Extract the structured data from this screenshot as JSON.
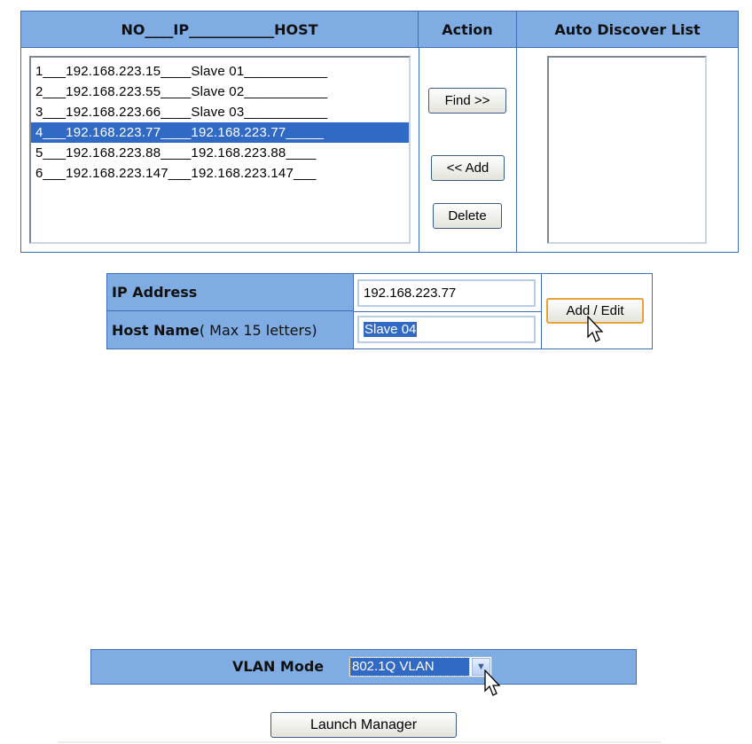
{
  "host_table": {
    "col_list": "NO____IP____________HOST",
    "col_action": "Action",
    "col_auto": "Auto Discover List",
    "rows": [
      "1___192.168.223.15____Slave 01___________",
      "2___192.168.223.55____Slave 02___________",
      "3___192.168.223.66____Slave 03___________",
      "4___192.168.223.77____192.168.223.77_____",
      "5___192.168.223.88____192.168.223.88____",
      "6___192.168.223.147___192.168.223.147___"
    ],
    "selected_index": 3,
    "find_label": "Find >>",
    "add_label": "<< Add",
    "delete_label": "Delete",
    "auto_discover_items": []
  },
  "edit_form": {
    "ip_label": "IP Address",
    "ip_value": "192.168.223.77",
    "host_label": "Host Name",
    "host_hint": "( Max 15 letters)",
    "host_value": "Slave 04",
    "add_edit_label": "Add / Edit"
  },
  "vlan": {
    "label": "VLAN Mode",
    "selected": "802.1Q VLAN"
  },
  "launch_label": "Launch Manager",
  "colors": {
    "header_blue": "#7eace3",
    "selection": "#316ac5"
  }
}
